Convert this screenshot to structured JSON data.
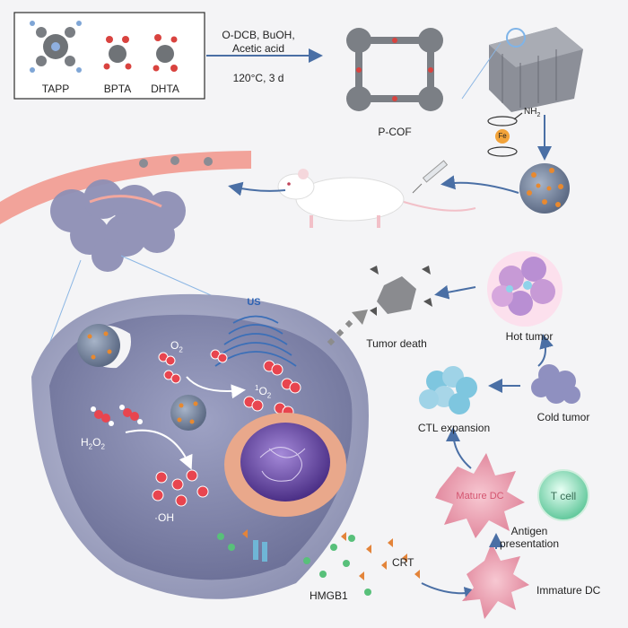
{
  "synthesis": {
    "monomers": [
      "TAPP",
      "BPTA",
      "DHTA"
    ],
    "conditions": [
      "O-DCB, BuOH,",
      "Acetic acid",
      "120°C, 3 d"
    ],
    "product": "P-COF"
  },
  "ferrocene_label": "NH",
  "ferrocene_subscript": "2",
  "ferrocene_metal": "Fe",
  "cell": {
    "ultrasound": "US",
    "o2_base": "O",
    "o2_sub": "2",
    "singlet_sup": "1",
    "singlet_base": "O",
    "singlet_sub": "2",
    "h2o2_prefix": "H",
    "h2o2_sub1": "2",
    "h2o2_mid": "O",
    "h2o2_sub2": "2",
    "hydroxyl": "·OH"
  },
  "immune": {
    "tumor_death": "Tumor death",
    "hot_tumor": "Hot tumor",
    "cold_tumor": "Cold tumor",
    "ctl_expansion": "CTL expansion",
    "mature_dc": "Mature DC",
    "t_cell": "T cell",
    "antigen_presentation": [
      "Antigen",
      "presentation"
    ],
    "immature_dc": "Immature DC",
    "crt": "CRT",
    "hmgb1": "HMGB1"
  },
  "colors": {
    "arrow": "#4a6fa5",
    "o2_red": "#e8454f",
    "cell_membrane": "#8f93b3",
    "nucleus": "#6b4fa8",
    "dc_pink": "#e97a93",
    "tcell_green": "#5fc79a"
  }
}
